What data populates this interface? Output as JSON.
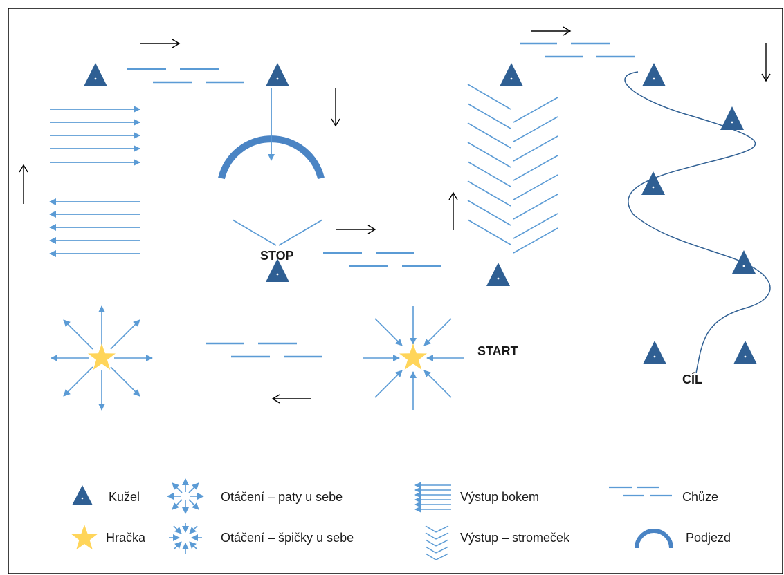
{
  "labels": {
    "stop": "STOP",
    "start": "START",
    "finish": "CÍL"
  },
  "legend": {
    "cone": "Kužel",
    "toy": "Hračka",
    "turn_heels": "Otáčení – paty u sebe",
    "turn_toes": "Otáčení – špičky u sebe",
    "side_step": "Výstup bokem",
    "herringbone": "Výstup – stromeček",
    "walk": "Chůze",
    "underpass": "Podjezd"
  },
  "colors": {
    "cone": "#2f5f93",
    "line": "#5b9bd5",
    "arc": "#4a84c4",
    "star": "#ffd55a",
    "arrow": "#000000",
    "border": "#000000"
  }
}
